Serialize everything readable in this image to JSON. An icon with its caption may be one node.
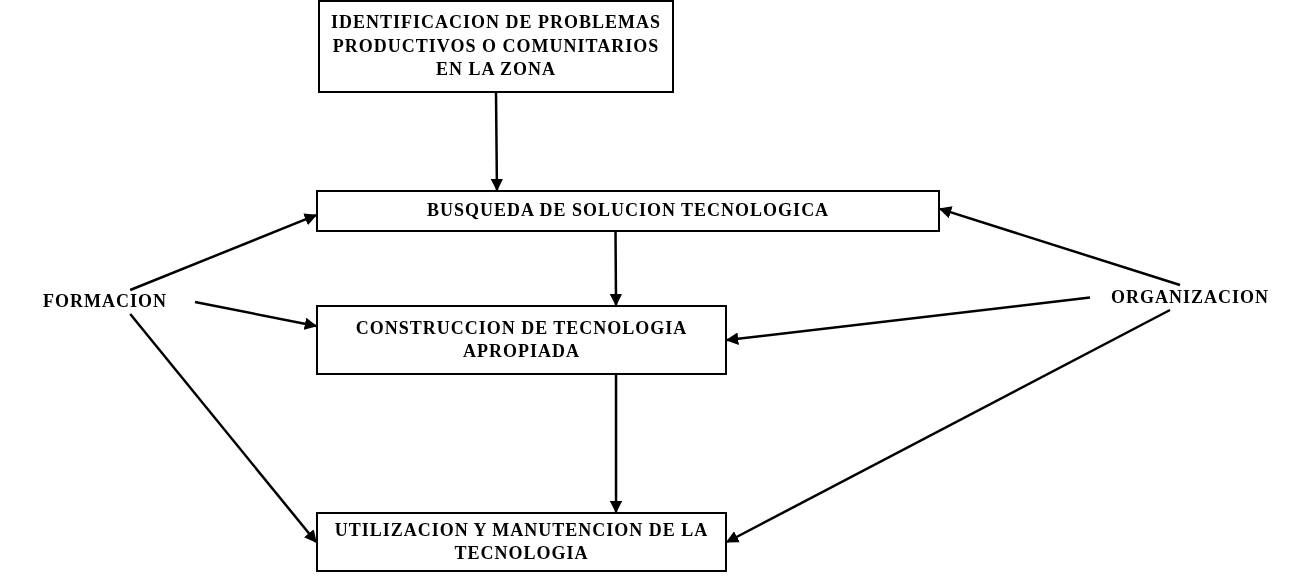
{
  "diagram": {
    "nodes": [
      {
        "text": [
          "IDENTIFICACION DE PROBLEMAS PRODUCTIVOS O COMUNITARIOS EN LA ZONA"
        ]
      },
      {
        "text": [
          "BUSQUEDA DE SOLUCION TECNOLOGICA"
        ]
      },
      {
        "text": [
          "CONSTRUCCION DE TECNOLOGIA APROPIADA"
        ]
      },
      {
        "text": [
          "UTILIZACION Y MANUTENCION DE LA TECNOLOGIA"
        ]
      },
      {
        "text": [
          "FORMACION"
        ]
      },
      {
        "text": [
          "ORGANIZACION"
        ]
      }
    ],
    "edges": [
      {
        "from": 0,
        "to": 1,
        "arrow": "to"
      },
      {
        "from": 1,
        "to": 2,
        "arrow": "to"
      },
      {
        "from": 2,
        "to": 3,
        "arrow": "to"
      },
      {
        "from": 4,
        "to": 1,
        "arrow": "to"
      },
      {
        "from": 4,
        "to": 2,
        "arrow": "to"
      },
      {
        "from": 4,
        "to": 3,
        "arrow": "to"
      },
      {
        "from": 5,
        "to": 1,
        "arrow": "to"
      },
      {
        "from": 5,
        "to": 2,
        "arrow": "to"
      },
      {
        "from": 5,
        "to": 3,
        "arrow": "to"
      }
    ]
  }
}
